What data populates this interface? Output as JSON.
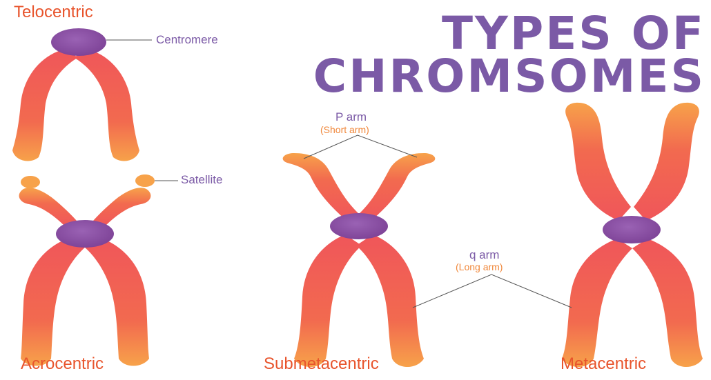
{
  "title": {
    "line1": "TYPES OF",
    "line2": "CHROMSOMES"
  },
  "types": {
    "telocentric": "Telocentric",
    "acrocentric": "Acrocentric",
    "submetacentric": "Submetacentric",
    "metacentric": "Metacentric"
  },
  "parts": {
    "centromere": "Centromere",
    "satellite": "Satellite",
    "p_arm": "P arm",
    "p_arm_sub": "(Short arm)",
    "q_arm": "q arm",
    "q_arm_sub": "(Long arm)"
  },
  "colors": {
    "arm_top": "#f0565a",
    "arm_bottom": "#f7a24a",
    "centromere": "#8a4fa3",
    "title": "#7b5aa6",
    "type_label": "#e8542c",
    "sub_label": "#f0873a",
    "leader_line": "#555555"
  }
}
